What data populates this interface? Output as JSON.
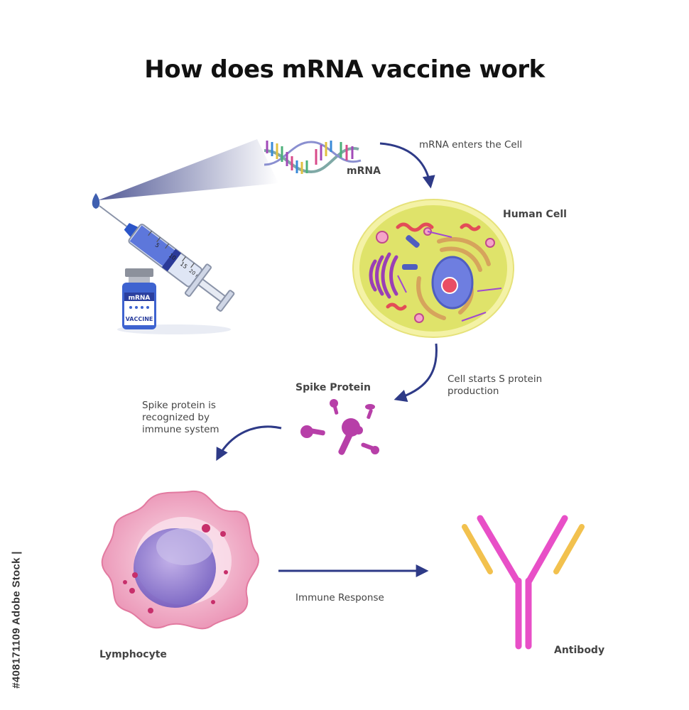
{
  "title": "How does mRNA vaccine work",
  "labels": {
    "mrna": "mRNA",
    "mrna_enters": "mRNA enters the Cell",
    "human_cell": "Human Cell",
    "cell_starts_line1": "Cell starts S protein",
    "cell_starts_line2": "production",
    "spike_protein": "Spike Protein",
    "recognized_line1": "Spike protein is",
    "recognized_line2": "recognized by",
    "recognized_line3": "immune system",
    "immune_response": "Immune Response",
    "lymphocyte": "Lymphocyte",
    "antibody": "Antibody"
  },
  "vial": {
    "brand": "mRNA",
    "product": "VACCINE"
  },
  "syringe_scale": [
    "5",
    "10",
    "15",
    "20 ml"
  ],
  "watermark": "#408171109 Adobe Stock |",
  "colors": {
    "arrow": "#2e3a87",
    "cytoplasm": "#dfe36a",
    "membrane": "#f4f2a6",
    "nucleus": "#6e7ee0",
    "spike": "#b73fa8",
    "lymphocyte": "#f3a9c4",
    "antibody_heavy": "#e84fc7",
    "antibody_light": "#f2c14e"
  }
}
